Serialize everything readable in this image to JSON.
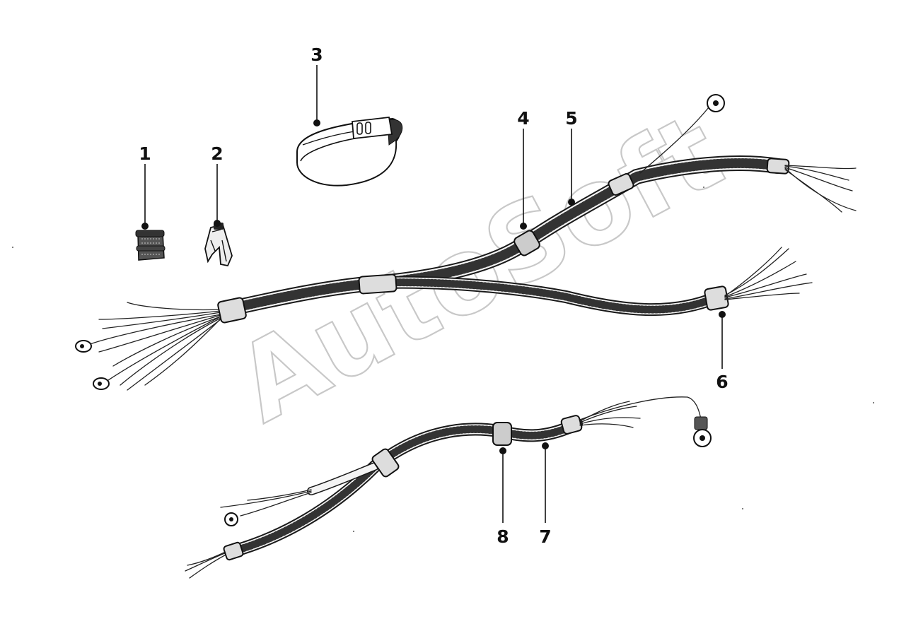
{
  "watermark": {
    "text": "AutoSoft",
    "color": "#c8c8c8"
  },
  "callouts": [
    {
      "id": "1",
      "label": "1"
    },
    {
      "id": "2",
      "label": "2"
    },
    {
      "id": "3",
      "label": "3"
    },
    {
      "id": "4",
      "label": "4"
    },
    {
      "id": "5",
      "label": "5"
    },
    {
      "id": "6",
      "label": "6"
    },
    {
      "id": "7",
      "label": "7"
    },
    {
      "id": "8",
      "label": "8"
    }
  ],
  "colors": {
    "line": "#111111",
    "background": "#ffffff"
  }
}
